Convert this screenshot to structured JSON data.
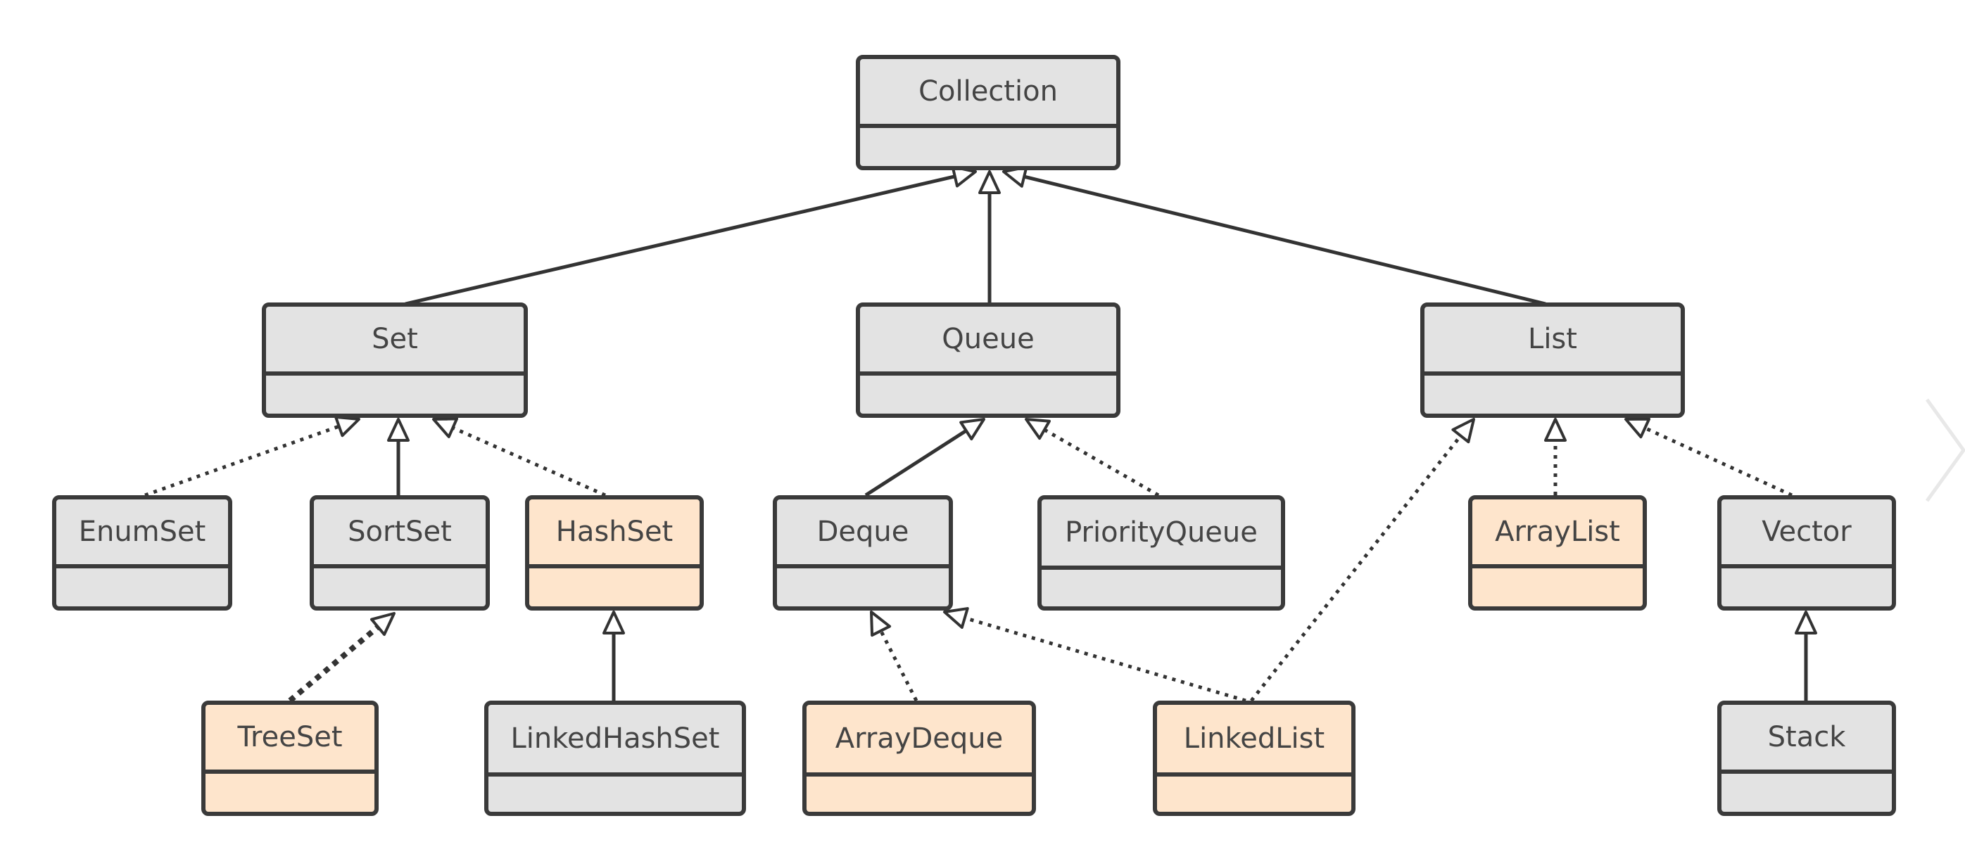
{
  "diagram": {
    "nodes": [
      {
        "id": "collection",
        "label": "Collection",
        "kind": "interface"
      },
      {
        "id": "set",
        "label": "Set",
        "kind": "interface"
      },
      {
        "id": "queue",
        "label": "Queue",
        "kind": "interface"
      },
      {
        "id": "list",
        "label": "List",
        "kind": "interface"
      },
      {
        "id": "enumset",
        "label": "EnumSet",
        "kind": "interface"
      },
      {
        "id": "sortset",
        "label": "SortSet",
        "kind": "interface"
      },
      {
        "id": "hashset",
        "label": "HashSet",
        "kind": "concrete"
      },
      {
        "id": "deque",
        "label": "Deque",
        "kind": "interface"
      },
      {
        "id": "priorityqueue",
        "label": "PriorityQueue",
        "kind": "interface"
      },
      {
        "id": "arraylist",
        "label": "ArrayList",
        "kind": "concrete"
      },
      {
        "id": "vector",
        "label": "Vector",
        "kind": "interface"
      },
      {
        "id": "treeset",
        "label": "TreeSet",
        "kind": "concrete"
      },
      {
        "id": "linkedhashset",
        "label": "LinkedHashSet",
        "kind": "interface"
      },
      {
        "id": "arraydeque",
        "label": "ArrayDeque",
        "kind": "concrete"
      },
      {
        "id": "linkedlist",
        "label": "LinkedList",
        "kind": "concrete"
      },
      {
        "id": "stack",
        "label": "Stack",
        "kind": "interface"
      }
    ],
    "edges": [
      {
        "from": "set",
        "to": "collection",
        "style": "solid"
      },
      {
        "from": "queue",
        "to": "collection",
        "style": "solid"
      },
      {
        "from": "list",
        "to": "collection",
        "style": "solid"
      },
      {
        "from": "enumset",
        "to": "set",
        "style": "dotted"
      },
      {
        "from": "sortset",
        "to": "set",
        "style": "solid"
      },
      {
        "from": "hashset",
        "to": "set",
        "style": "dotted"
      },
      {
        "from": "deque",
        "to": "queue",
        "style": "solid"
      },
      {
        "from": "priorityqueue",
        "to": "queue",
        "style": "dotted"
      },
      {
        "from": "linkedlist",
        "to": "list",
        "style": "dotted"
      },
      {
        "from": "arraylist",
        "to": "list",
        "style": "dotted"
      },
      {
        "from": "vector",
        "to": "list",
        "style": "dotted"
      },
      {
        "from": "treeset",
        "to": "sortset",
        "style": "dotted"
      },
      {
        "from": "linkedhashset",
        "to": "hashset",
        "style": "solid"
      },
      {
        "from": "arraydeque",
        "to": "deque",
        "style": "dotted"
      },
      {
        "from": "linkedlist",
        "to": "deque",
        "style": "dotted"
      },
      {
        "from": "stack",
        "to": "vector",
        "style": "solid"
      }
    ]
  },
  "colors": {
    "interface_fill": "#e3e3e3",
    "concrete_fill": "#fee5cc",
    "border": "#3a3a3a",
    "text": "#444444",
    "edge": "#333333",
    "chevron": "#e8e8e8"
  },
  "icons": {
    "next": "chevron-right-icon"
  }
}
